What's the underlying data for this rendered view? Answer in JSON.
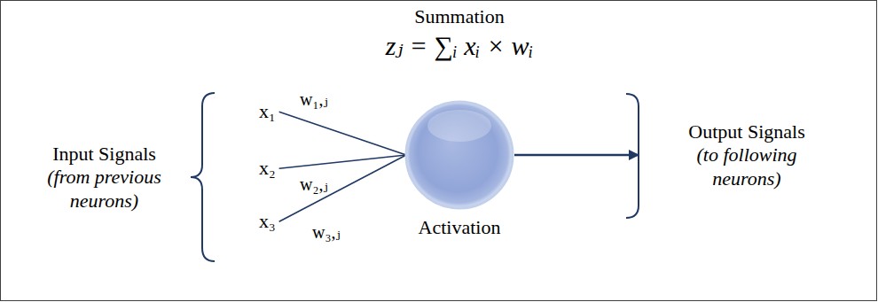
{
  "diagram": {
    "nodes": [
      {
        "text": [
          "Input Signals",
          "(from previous neurons)"
        ]
      },
      {
        "text": [
          "x₁"
        ]
      },
      {
        "text": [
          "x₂"
        ]
      },
      {
        "text": [
          "x₃"
        ]
      },
      {
        "text": [
          "Summation",
          "zⱼ = ∑ᵢ xᵢ × wᵢ",
          "Activation"
        ]
      },
      {
        "text": [
          "Output Signals",
          "(to following neurons)"
        ]
      }
    ],
    "edges": [
      {
        "from": 1,
        "to": 4,
        "arrow": "none",
        "label": "w₁,ⱼ"
      },
      {
        "from": 2,
        "to": 4,
        "arrow": "none",
        "label": "w₂,ⱼ"
      },
      {
        "from": 3,
        "to": 4,
        "arrow": "none",
        "label": "w₃,ⱼ"
      },
      {
        "from": 4,
        "to": 5,
        "arrow": "to"
      }
    ]
  }
}
